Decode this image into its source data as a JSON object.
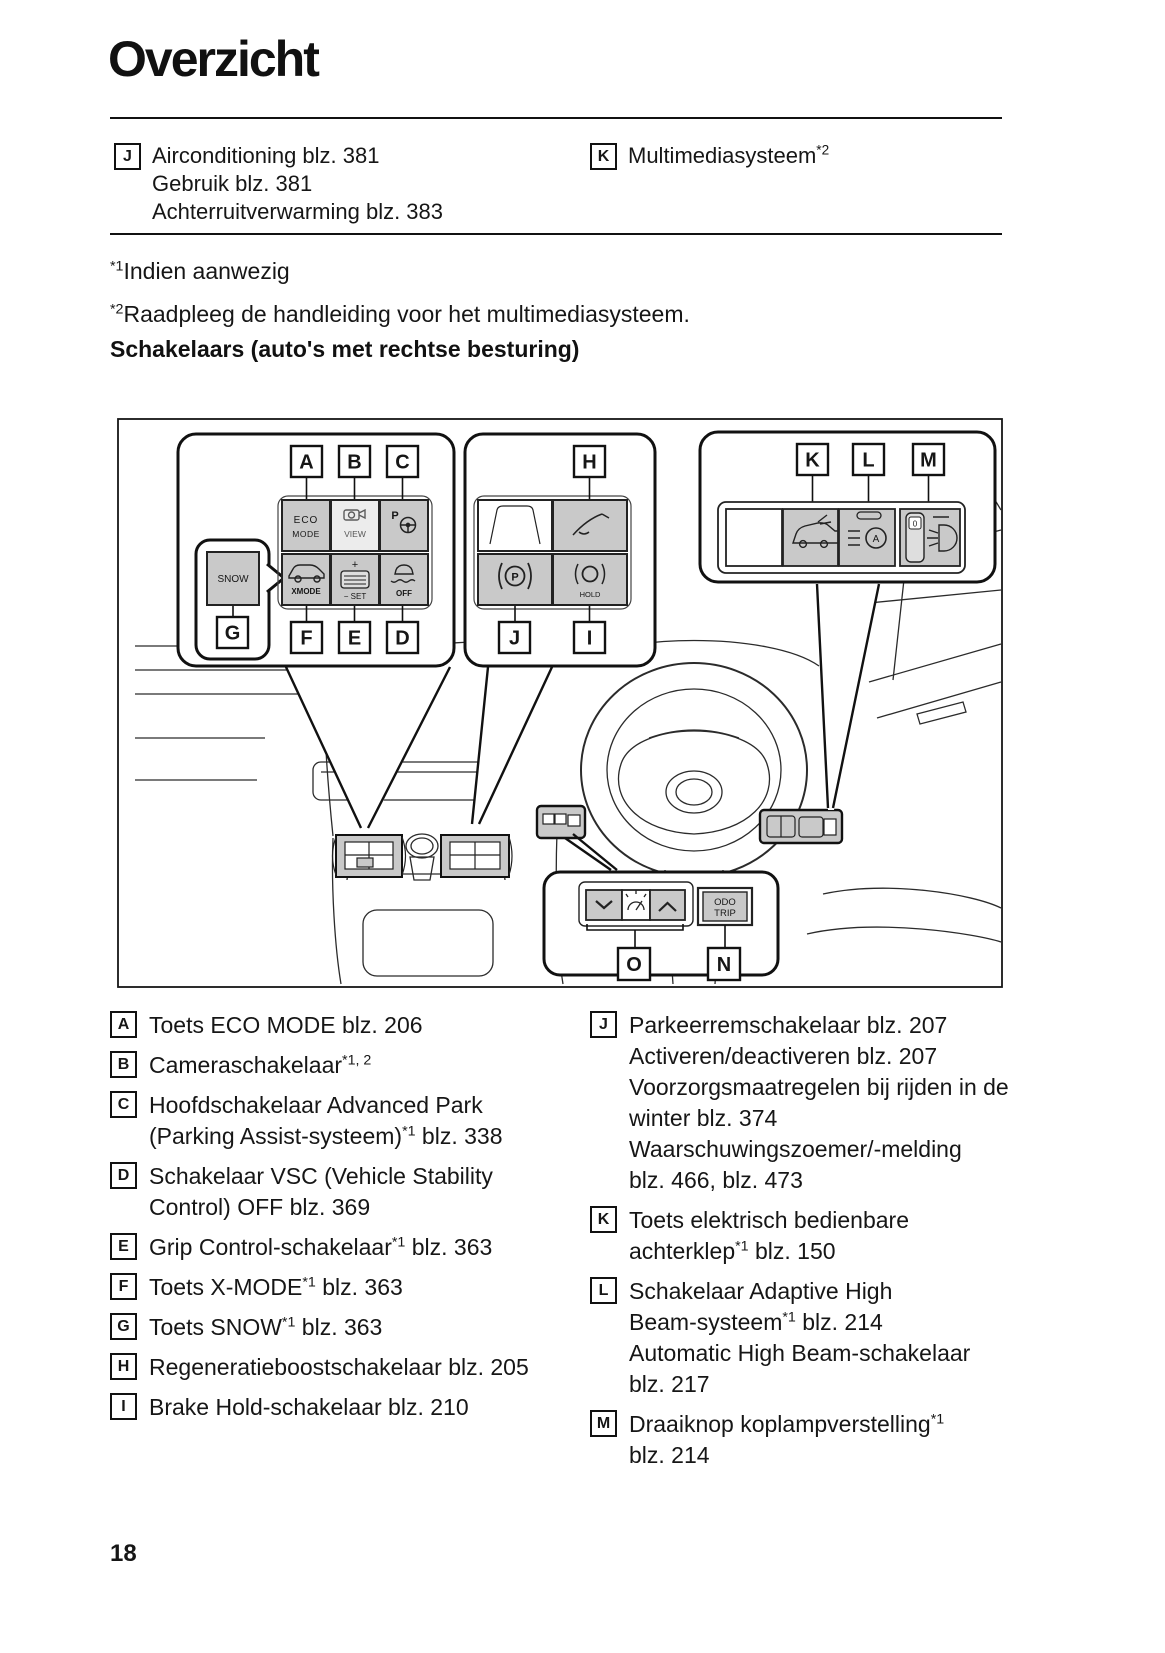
{
  "page": {
    "title": "Overzicht",
    "number": "18"
  },
  "top_table": {
    "left": {
      "key": "J",
      "line1": "Airconditioning blz. 381",
      "line2": "Gebruik blz. 381",
      "line3": "Achterruitverwarming blz. 383"
    },
    "right": {
      "key": "K",
      "segments": [
        {
          "t": "Multimediasysteem"
        },
        {
          "s": "*2"
        }
      ]
    }
  },
  "footnotes": [
    {
      "marker": "*1",
      "text": "Indien aanwezig"
    },
    {
      "marker": "*2",
      "text": "Raadpleeg de handleiding voor het multimediasysteem."
    }
  ],
  "section_heading": "Schakelaars (auto's met rechtse besturing)",
  "diagram": {
    "letters": {
      "a": "A",
      "b": "B",
      "c": "C",
      "d": "D",
      "e": "E",
      "f": "F",
      "g": "G",
      "h": "H",
      "i": "I",
      "j": "J",
      "k": "K",
      "l": "L",
      "m": "M",
      "n": "N",
      "o": "O"
    },
    "buttons": {
      "eco_line1": "ECO",
      "eco_line2": "MODE",
      "view": "VIEW",
      "park_assist_p": "P",
      "snow": "SNOW",
      "xmode": "XMODE",
      "set_plus": "+",
      "set_minus_label": "− SET",
      "vsc_off": "OFF",
      "brake_p": "P",
      "hold": "HOLD",
      "auto_high_beam_a": "A",
      "leveling_zero": "0",
      "odo_line1": "ODO",
      "odo_line2": "TRIP"
    }
  },
  "legend_left": [
    {
      "key": "A",
      "segments": [
        {
          "t": "Toets ECO MODE blz. 206"
        }
      ]
    },
    {
      "key": "B",
      "segments": [
        {
          "t": "Cameraschakelaar"
        },
        {
          "s": "*1, 2"
        }
      ]
    },
    {
      "key": "C",
      "segments": [
        {
          "t": "Hoofdschakelaar Advanced Park"
        },
        {
          "br": true
        },
        {
          "t": "(Parking Assist-systeem)"
        },
        {
          "s": "*1"
        },
        {
          "t": " blz. 338"
        }
      ]
    },
    {
      "key": "D",
      "segments": [
        {
          "t": "Schakelaar VSC (Vehicle Stability"
        },
        {
          "br": true
        },
        {
          "t": "Control) OFF blz. 369"
        }
      ]
    },
    {
      "key": "E",
      "segments": [
        {
          "t": "Grip Control-schakelaar"
        },
        {
          "s": "*1"
        },
        {
          "t": " blz. 363"
        }
      ]
    },
    {
      "key": "F",
      "segments": [
        {
          "t": "Toets X-MODE"
        },
        {
          "s": "*1"
        },
        {
          "t": " blz. 363"
        }
      ]
    },
    {
      "key": "G",
      "segments": [
        {
          "t": "Toets SNOW"
        },
        {
          "s": "*1"
        },
        {
          "t": " blz. 363"
        }
      ]
    },
    {
      "key": "H",
      "segments": [
        {
          "t": "Regeneratieboostschakelaar blz. 205"
        }
      ]
    },
    {
      "key": "I",
      "segments": [
        {
          "t": "Brake Hold-schakelaar blz. 210"
        }
      ]
    }
  ],
  "legend_right": [
    {
      "key": "J",
      "segments": [
        {
          "t": "Parkeerremschakelaar blz. 207"
        },
        {
          "br": true
        },
        {
          "t": "Activeren/deactiveren blz. 207"
        },
        {
          "br": true
        },
        {
          "t": "Voorzorgsmaatregelen bij rijden in de"
        },
        {
          "br": true
        },
        {
          "t": "winter blz. 374"
        },
        {
          "br": true
        },
        {
          "t": "Waarschuwingszoemer/-melding"
        },
        {
          "br": true
        },
        {
          "t": "blz. 466, blz. 473"
        }
      ]
    },
    {
      "key": "K",
      "segments": [
        {
          "t": "Toets elektrisch bedienbare"
        },
        {
          "br": true
        },
        {
          "t": "achterklep"
        },
        {
          "s": "*1"
        },
        {
          "t": " blz. 150"
        }
      ]
    },
    {
      "key": "L",
      "segments": [
        {
          "t": "Schakelaar Adaptive High"
        },
        {
          "br": true
        },
        {
          "t": "Beam-systeem"
        },
        {
          "s": "*1"
        },
        {
          "t": " blz. 214"
        },
        {
          "br": true
        },
        {
          "t": "Automatic High Beam-schakelaar"
        },
        {
          "br": true
        },
        {
          "t": "blz. 217"
        }
      ]
    },
    {
      "key": "M",
      "segments": [
        {
          "t": "Draaiknop koplampverstelling"
        },
        {
          "s": "*1"
        },
        {
          "br": true
        },
        {
          "t": "blz. 214"
        }
      ]
    }
  ]
}
